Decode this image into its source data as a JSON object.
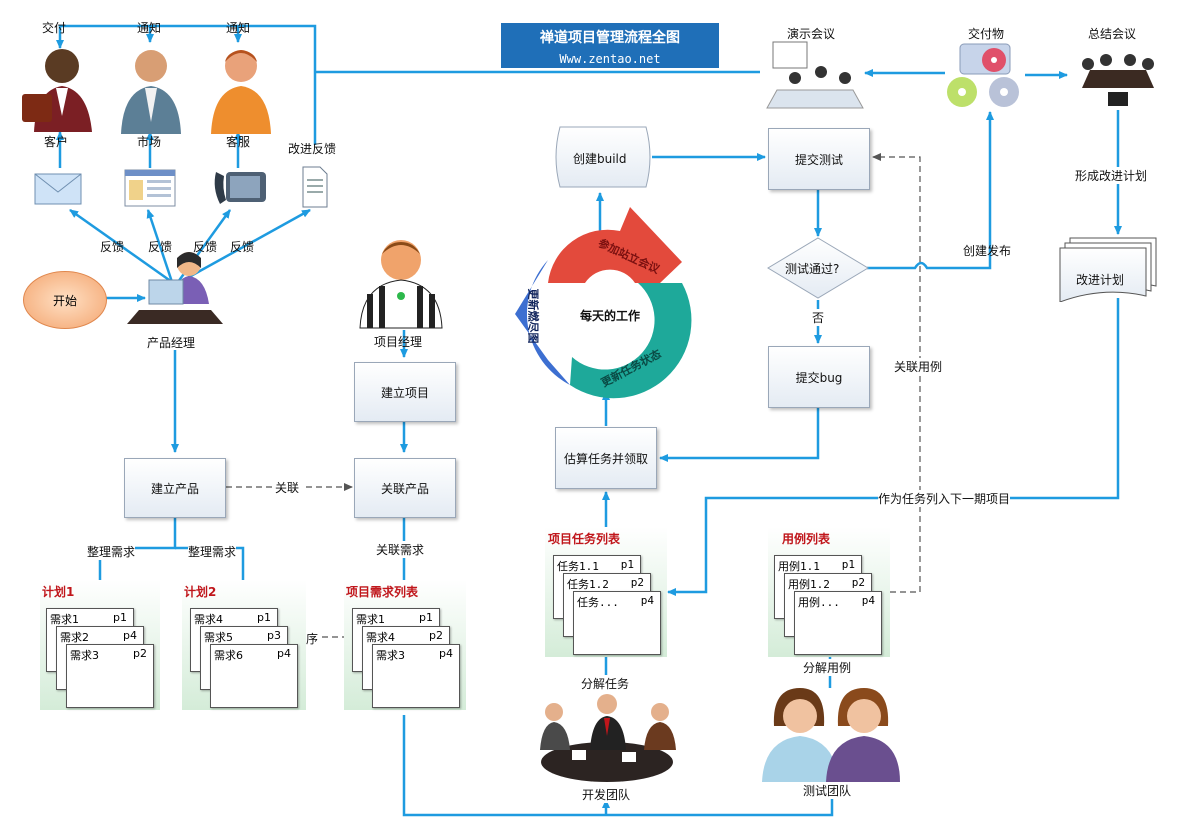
{
  "title": {
    "main": "禅道项目管理流程全图",
    "url": "Www.zentao.net"
  },
  "people": {
    "deliver": "交付",
    "notify1": "通知",
    "notify2": "通知",
    "customer": "客户",
    "market": "市场",
    "service": "客服",
    "improve_feedback": "改进反馈",
    "pm": "产品经理",
    "proj_mgr": "项目经理",
    "dev_team": "开发团队",
    "test_team": "测试团队"
  },
  "feedback": [
    "反馈",
    "反馈",
    "反馈",
    "反馈"
  ],
  "start": "开始",
  "meetings": {
    "demo": "演示会议",
    "deliverables": "交付物",
    "summary": "总结会议"
  },
  "boxes": {
    "create_product": "建立产品",
    "create_project": "建立项目",
    "link_product": "关联产品",
    "estimate": "估算任务并领取",
    "create_build": "创建build",
    "submit_test": "提交测试",
    "test_pass": "测试通过?",
    "submit_bug": "提交bug",
    "improve_plan": "改进计划"
  },
  "cycle": {
    "center": "每天的工作",
    "standup": "参加站立会议",
    "update_task": "更新任务状态",
    "burndown": "更新燃尽图"
  },
  "labels": {
    "link": "关联",
    "org_req1": "整理需求",
    "org_req2": "整理需求",
    "link_req": "关联需求",
    "sort": "排序",
    "no": "否",
    "link_case": "关联用例",
    "release": "创建发布",
    "form_plan": "形成改进计划",
    "next_project": "作为任务列入下一期项目",
    "split_task": "分解任务",
    "split_case": "分解用例"
  },
  "plan1": {
    "title": "计划1",
    "items": [
      {
        "name": "需求1",
        "pri": "p1"
      },
      {
        "name": "需求2",
        "pri": "p4"
      },
      {
        "name": "需求3",
        "pri": "p2"
      }
    ]
  },
  "plan2": {
    "title": "计划2",
    "items": [
      {
        "name": "需求4",
        "pri": "p1"
      },
      {
        "name": "需求5",
        "pri": "p3"
      },
      {
        "name": "需求6",
        "pri": "p4"
      }
    ]
  },
  "proj_req": {
    "title": "项目需求列表",
    "items": [
      {
        "name": "需求1",
        "pri": "p1"
      },
      {
        "name": "需求4",
        "pri": "p2"
      },
      {
        "name": "需求3",
        "pri": "p4"
      }
    ]
  },
  "task_list": {
    "title": "项目任务列表",
    "items": [
      {
        "name": "任务1.1",
        "pri": "p1"
      },
      {
        "name": "任务1.2",
        "pri": "p2"
      },
      {
        "name": "任务...",
        "pri": "p4"
      }
    ]
  },
  "case_list": {
    "title": "用例列表",
    "items": [
      {
        "name": "用例1.1",
        "pri": "p1"
      },
      {
        "name": "用例1.2",
        "pri": "p2"
      },
      {
        "name": "用例...",
        "pri": "p4"
      }
    ]
  },
  "colors": {
    "arrow": "#1e9be0",
    "title_bg": "#1f6fb8",
    "red_title": "#c0161b",
    "cycle_red": "#e34a3c",
    "cycle_teal": "#1ea99a",
    "cycle_blue": "#3d6fd1"
  }
}
